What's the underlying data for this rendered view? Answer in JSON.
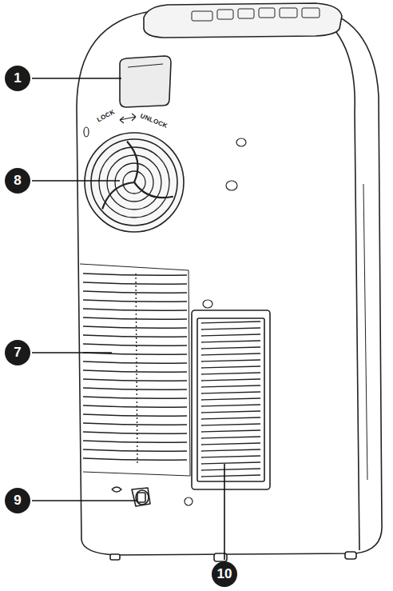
{
  "diagram": {
    "labels": [
      "1",
      "LOCK",
      "UNLOCK",
      "8",
      "7",
      "9",
      "10"
    ]
  }
}
